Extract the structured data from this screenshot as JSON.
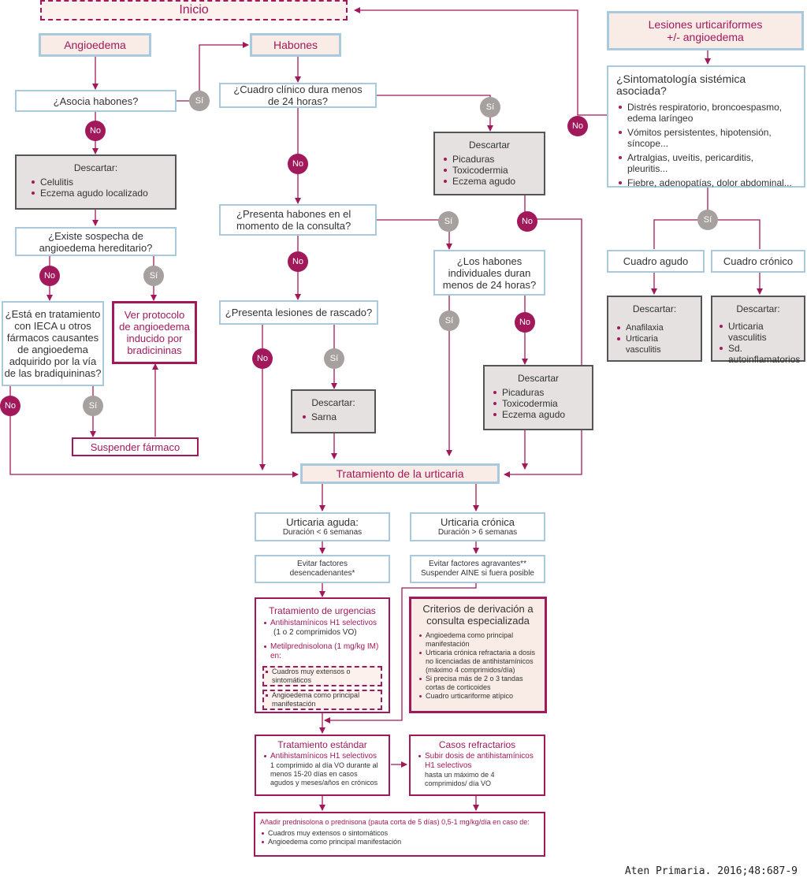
{
  "start": "Inicio",
  "angioedema": "Angioedema",
  "habones": "Habones",
  "lesiones": [
    "Lesiones urticariformes",
    "+/- angioedema"
  ],
  "asocia_habones": "¿Asocia habones?",
  "cuadro_24h": [
    "¿Cuadro clínico dura menos",
    "de 24 horas?"
  ],
  "descartar_label": "Descartar",
  "descartar_colon": "Descartar:",
  "descartar1_items": [
    "Celulitis",
    "Eczema agudo localizado"
  ],
  "descartar2_items": [
    "Picaduras",
    "Toxicodermia",
    "Eczema agudo"
  ],
  "sospecha_hereditario": [
    "¿Existe sospecha de",
    "angioedema hereditario?"
  ],
  "presenta_habones": [
    "¿Presenta habones en el",
    "momento de la consulta?"
  ],
  "habones_individuales": [
    "¿Los habones",
    "individuales duran",
    "menos de 24 horas?"
  ],
  "tratamiento_ieca": [
    "¿Está en tratamiento",
    "con IECA u otros",
    "fármacos causantes",
    "de angioedema",
    "adquirido por la vía",
    "de las bradiquininas?"
  ],
  "protocolo": [
    "Ver protocolo",
    "de angioedema",
    "inducido por",
    "bradicininas"
  ],
  "lesiones_rascado": "¿Presenta lesiones de rascado?",
  "descartar_sarna": [
    "Sarna"
  ],
  "descartar3_items": [
    "Picaduras",
    "Toxicodermia",
    "Eczema agudo"
  ],
  "suspender": "Suspender fármaco",
  "sintomatologia": {
    "title": "¿Sintomatología sistémica asociada?",
    "items": [
      "Distrés respiratorio, broncoespasmo, edema laríngeo",
      "Vómitos persistentes, hipotensión, síncope...",
      "Artralgias, uveítis, pericarditis, pleuritis...",
      "Fiebre, adenopatías, dolor abdominal..."
    ]
  },
  "cuadro_agudo": "Cuadro agudo",
  "cuadro_cronico": "Cuadro crónico",
  "descartar_agudo_items": [
    "Anafilaxia",
    "Urticaria vasculitis"
  ],
  "descartar_cronico_items": [
    "Urticaria vasculitis",
    "Sd. autoinflamatorios"
  ],
  "tratamiento_urticaria": "Tratamiento de la urticaria",
  "urticaria_aguda": {
    "title": "Urticaria aguda:",
    "sub": "Duración < 6 semanas"
  },
  "urticaria_cronica": {
    "title": "Urticaria crónica",
    "sub": "Duración > 6 semanas"
  },
  "evitar1": [
    "Evitar factores",
    "desencadenantes*"
  ],
  "evitar2": [
    "Evitar factores agravantes**",
    "Suspender AINE si fuera posible"
  ],
  "urgencias": {
    "title": "Tratamiento de urgencias",
    "l1": "Antihistamínicos H1 selectivos",
    "l2": "(1 o 2 comprimidos VO)",
    "l3": "Metilprednisolona (1 mg/kg IM) en:",
    "items": [
      "Cuadros muy extensos o sintomáticos",
      "Angioedema como principal manifestación"
    ]
  },
  "criterios": {
    "title": [
      "Criterios de derivación a",
      "consulta especializada"
    ],
    "items": [
      "Angioedema como principal manifestación",
      "Urticaria crónica refractaria a dosis no licenciadas de antihistamínicos (máximo 4 comprimidos/día)",
      "Si precisa más de 2 o 3 tandas cortas de corticoides",
      "Cuadro urticariforme atípico"
    ]
  },
  "estandar": {
    "title": "Tratamiento estándar",
    "l1": "Antihistamínicos H1 selectivos",
    "l2": "1 comprimido al día VO durante al menos 15-20 días en casos agudos y meses/años en crónicos"
  },
  "refractarios": {
    "title": "Casos refractarios",
    "l1": "Subir dosis de antihistamínicos H1 selectivos",
    "l2": "hasta un máximo de 4 comprimidos/ día VO"
  },
  "prednisolona": {
    "title": "Añadir prednisolona o prednisona (pauta corta de 5 días) 0,5-1 mg/kg/día en caso de:",
    "items": [
      "Cuadros muy extensos o sintomáticos",
      "Angioedema como principal manifestación"
    ]
  },
  "si": "Sí",
  "no": "No",
  "citation": "Aten Primaria. 2016;48:687-9",
  "colors": {
    "accent": "#a2195b",
    "blue": "#a9c9dd",
    "grey_fill": "#e4e1e0",
    "si_circle": "#a6a09e"
  }
}
